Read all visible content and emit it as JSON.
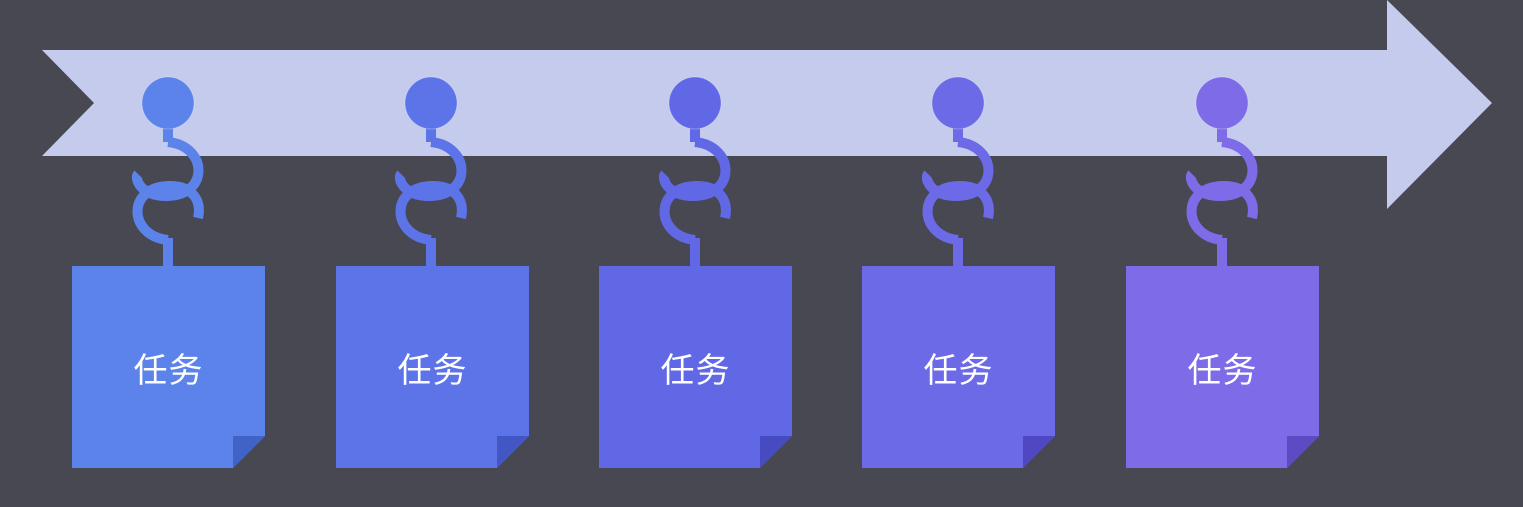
{
  "diagram": {
    "arrow_color": "#c5cbec",
    "background_color": "#474852",
    "tasks": [
      {
        "label": "任务",
        "color": "#5b83ea",
        "dark_color": "#3f63c6"
      },
      {
        "label": "任务",
        "color": "#5d74e8",
        "dark_color": "#4257c4"
      },
      {
        "label": "任务",
        "color": "#6168e6",
        "dark_color": "#464bc2"
      },
      {
        "label": "任务",
        "color": "#6c6ae6",
        "dark_color": "#5048c2"
      },
      {
        "label": "任务",
        "color": "#7d6be8",
        "dark_color": "#5d4bc4"
      }
    ]
  }
}
